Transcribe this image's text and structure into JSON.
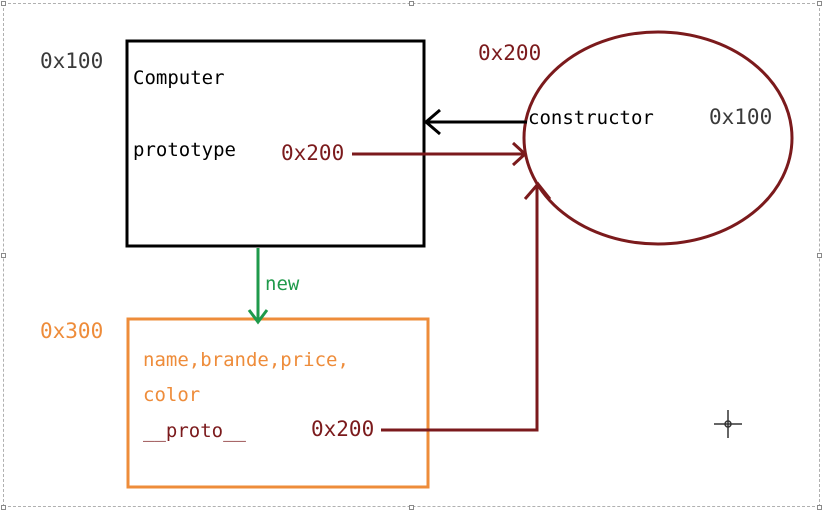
{
  "colors": {
    "black": "#000000",
    "maroon": "#7b1a1c",
    "orange": "#ee8c3a",
    "green": "#1f9a4b",
    "dark_text": "#3a3a3a"
  },
  "computer_box": {
    "address": "0x100",
    "name_label": "Computer",
    "prototype_label": "prototype",
    "prototype_value": "0x200"
  },
  "prototype_object": {
    "address": "0x200",
    "constructor_label": "constructor",
    "constructor_value": "0x100"
  },
  "instance_box": {
    "address": "0x300",
    "props_line1": "name,brande,price,",
    "props_line2": "color",
    "proto_label": "__proto__",
    "proto_value": "0x200"
  },
  "arrows": {
    "new_label": "new"
  },
  "icons": {
    "cursor": "crosshair-cursor-icon"
  }
}
